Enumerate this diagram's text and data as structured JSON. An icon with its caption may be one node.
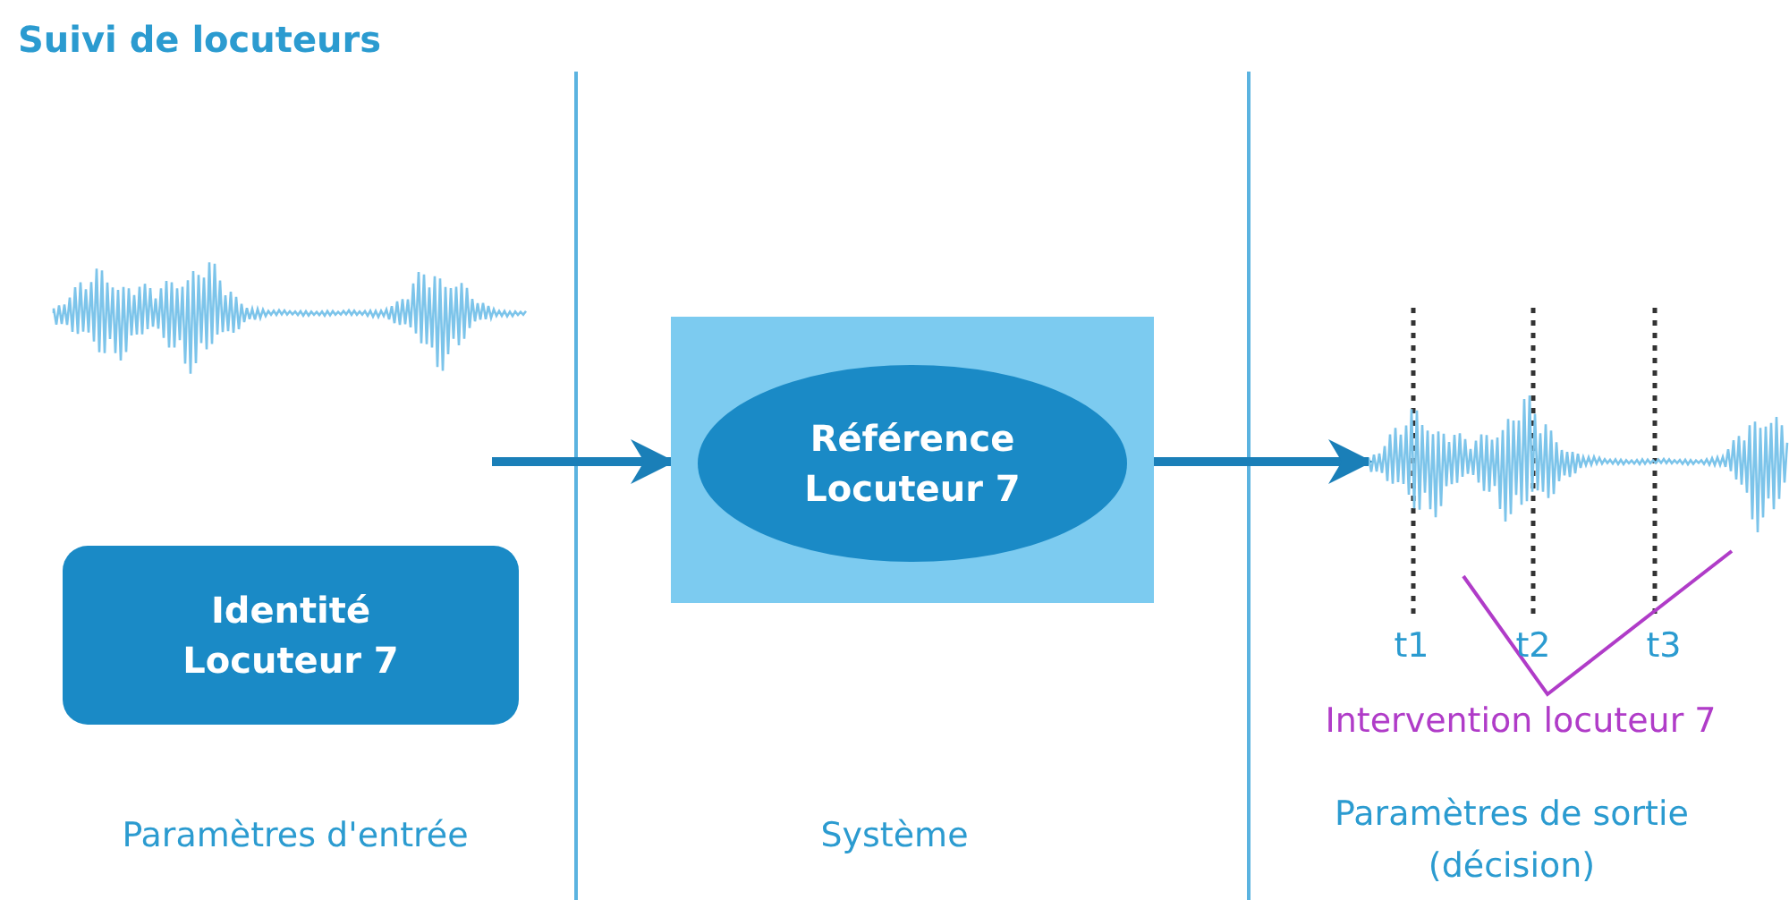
{
  "diagram": {
    "title": "Suivi de locuteurs",
    "nodes": [
      {
        "text": [
          "Identité Locuteur 7"
        ]
      },
      {
        "text": [],
        "shape": "box"
      },
      {
        "text": [
          "Référence Locuteur 7"
        ],
        "in": 1
      },
      {
        "text": [],
        "shape": "waveform"
      }
    ],
    "edges": [
      {
        "from": null,
        "to": 1,
        "arrow": "to"
      },
      {
        "from": 1,
        "to": 3,
        "arrow": "to"
      }
    ],
    "labels": [
      "t1",
      "t2",
      "t3",
      "Intervention locuteur 7",
      "Paramètres d'entrée",
      "Système",
      "Paramètres de sortie (décision)"
    ]
  }
}
